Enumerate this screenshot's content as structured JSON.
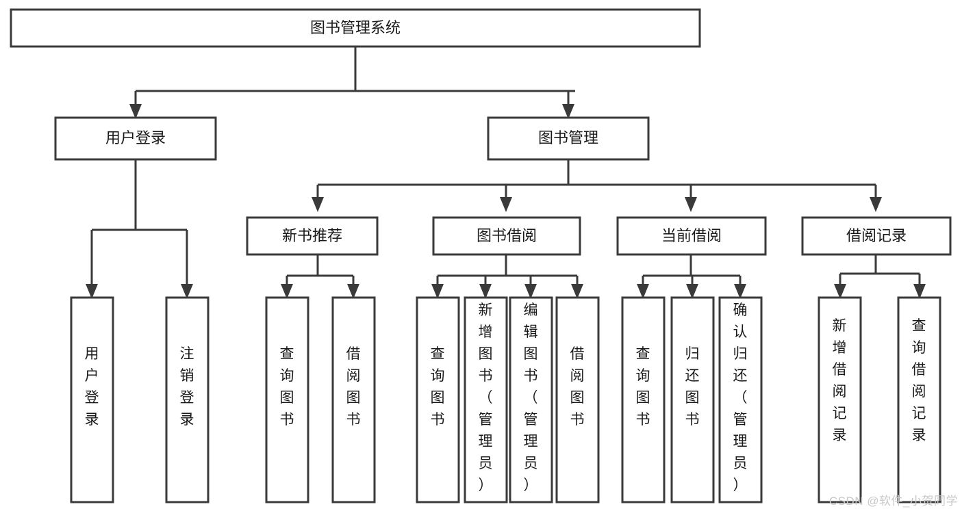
{
  "diagram": {
    "type": "tree-hierarchy-flowchart",
    "background_color": "#ffffff",
    "line_color": "#3a3a3a",
    "text_color": "#1a1a1a",
    "root": {
      "id": "root",
      "label": "图书管理系统"
    },
    "level2": [
      {
        "id": "user-login",
        "label": "用户登录"
      },
      {
        "id": "book-management",
        "label": "图书管理"
      }
    ],
    "level3": [
      {
        "id": "new-book-recommend",
        "label": "新书推荐"
      },
      {
        "id": "book-borrow",
        "label": "图书借阅"
      },
      {
        "id": "current-borrow",
        "label": "当前借阅"
      },
      {
        "id": "borrow-record",
        "label": "借阅记录"
      }
    ],
    "leaves": {
      "user_login": [
        {
          "id": "leaf-user-login",
          "label": "用户登录"
        },
        {
          "id": "leaf-logout-login",
          "label": "注销登录"
        }
      ],
      "new_book_recommend": [
        {
          "id": "leaf-query-book-1",
          "label": "查询图书"
        },
        {
          "id": "leaf-borrow-book-1",
          "label": "借阅图书"
        }
      ],
      "book_borrow": [
        {
          "id": "leaf-query-book-2",
          "label": "查询图书"
        },
        {
          "id": "leaf-add-book",
          "label": "新增图书（管理员）"
        },
        {
          "id": "leaf-edit-book",
          "label": "编辑图书（管理员）"
        },
        {
          "id": "leaf-borrow-book-2",
          "label": "借阅图书"
        }
      ],
      "current_borrow": [
        {
          "id": "leaf-query-book-3",
          "label": "查询图书"
        },
        {
          "id": "leaf-return-book",
          "label": "归还图书"
        },
        {
          "id": "leaf-confirm-return",
          "label": "确认归还（管理员）"
        }
      ],
      "borrow_record": [
        {
          "id": "leaf-add-borrow-record",
          "label": "新增借阅记录"
        },
        {
          "id": "leaf-query-borrow-record",
          "label": "查询借阅记录"
        }
      ]
    }
  },
  "watermark": {
    "text": "CSDN @软件_小贺同学"
  }
}
